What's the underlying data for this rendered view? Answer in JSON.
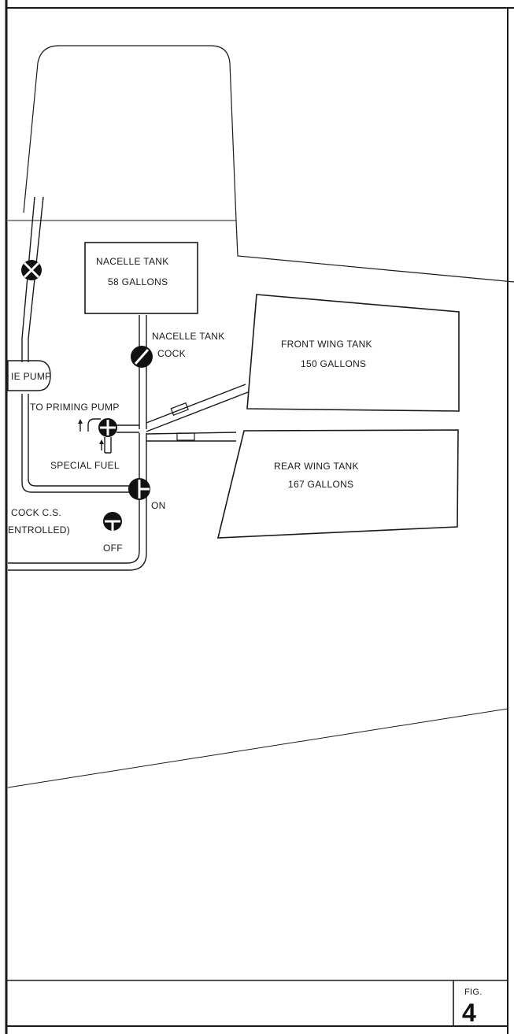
{
  "tanks": {
    "nacelle": {
      "name": "NACELLE TANK",
      "capacity": "58 GALLONS"
    },
    "front_wing": {
      "name": "FRONT WING TANK",
      "capacity": "150 GALLONS"
    },
    "rear_wing": {
      "name": "REAR WING TANK",
      "capacity": "167 GALLONS"
    }
  },
  "labels": {
    "nacelle_cock_line1": "NACELLE TANK",
    "nacelle_cock_line2": "COCK",
    "engine_pump": "IE PUMP",
    "priming_pump": "TO PRIMING PUMP",
    "special_fuel": "SPECIAL FUEL",
    "cock_cs_line1": "COCK C.S.",
    "cock_cs_line2": "ENTROLLED)",
    "on": "ON",
    "off": "OFF"
  },
  "figure": {
    "prefix": "FIG.",
    "number": "4"
  }
}
